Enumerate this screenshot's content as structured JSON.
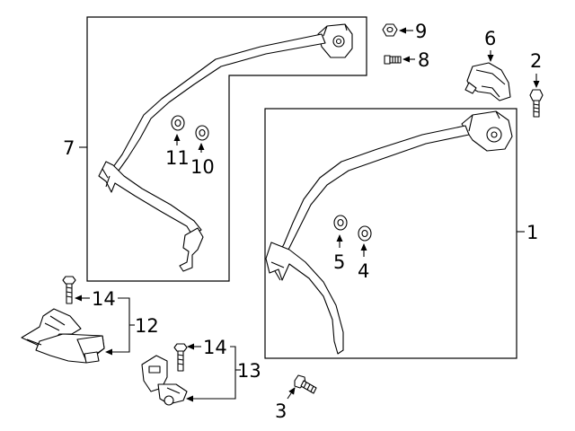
{
  "diagram": {
    "callouts": {
      "c1": "1",
      "c2": "2",
      "c3": "3",
      "c4": "4",
      "c5": "5",
      "c6": "6",
      "c7": "7",
      "c8": "8",
      "c9": "9",
      "c10": "10",
      "c11": "11",
      "c12": "12",
      "c13": "13",
      "c14a": "14",
      "c14b": "14"
    }
  }
}
